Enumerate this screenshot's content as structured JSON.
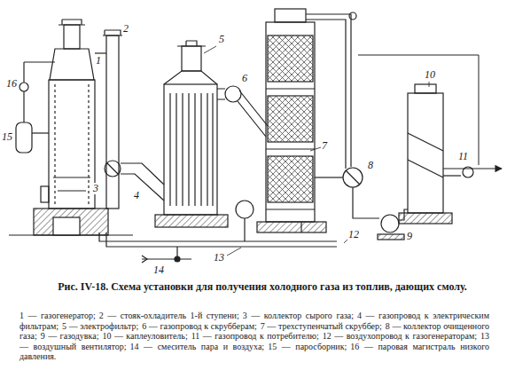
{
  "diagram": {
    "caption": "Рис. IV-18. Схема установки для получения холодного газа из топлив, дающих смолу.",
    "labels": [
      "1",
      "2",
      "3",
      "4",
      "5",
      "6",
      "7",
      "8",
      "9",
      "10",
      "11",
      "12",
      "13",
      "14",
      "15",
      "16",
      "1 — газогенератор;",
      "2 — стояк-охладитель 1-й ступени;",
      "3 — коллектор сырого газа;",
      "4 — газопровод к электрическим фильтрам;",
      "5 — электрофильтр;",
      "6 — газопровод к скрубберам;",
      "7 — трехступенчатый скруббер;",
      "8 — коллектор очищенного газа;",
      "9 — газодувка;",
      "10 — каплеуловитель;",
      "11 — газопровод к потребителю;",
      "12 — воздухопровод к газогенераторам;",
      "13 — воздушный вентилятор;",
      "14 — смеситель пара и воздуха;",
      "15 — паросборник;",
      "16 — паровая магистраль низкого давления."
    ]
  }
}
